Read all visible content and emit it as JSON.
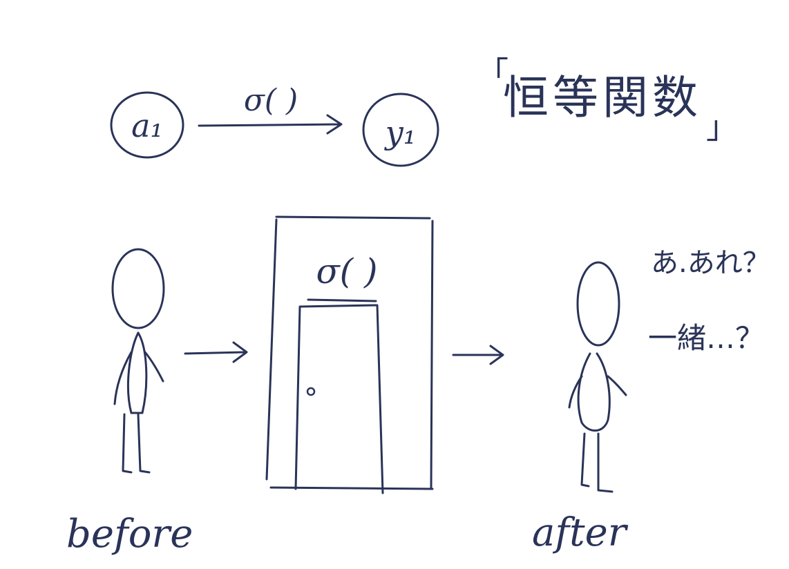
{
  "colors": {
    "ink": "#2a3358",
    "paper": "#ffffff"
  },
  "title": {
    "text": "恒等関数",
    "open_bracket": "「",
    "close_bracket": "」"
  },
  "mapping": {
    "input_node": "a₁",
    "function_label": "σ( )",
    "output_node": "y₁"
  },
  "scene": {
    "door_label": "σ( )",
    "before_label": "before",
    "after_label": "after",
    "speech_line1": "あ.あれ？",
    "speech_line2": "一緒…？"
  }
}
